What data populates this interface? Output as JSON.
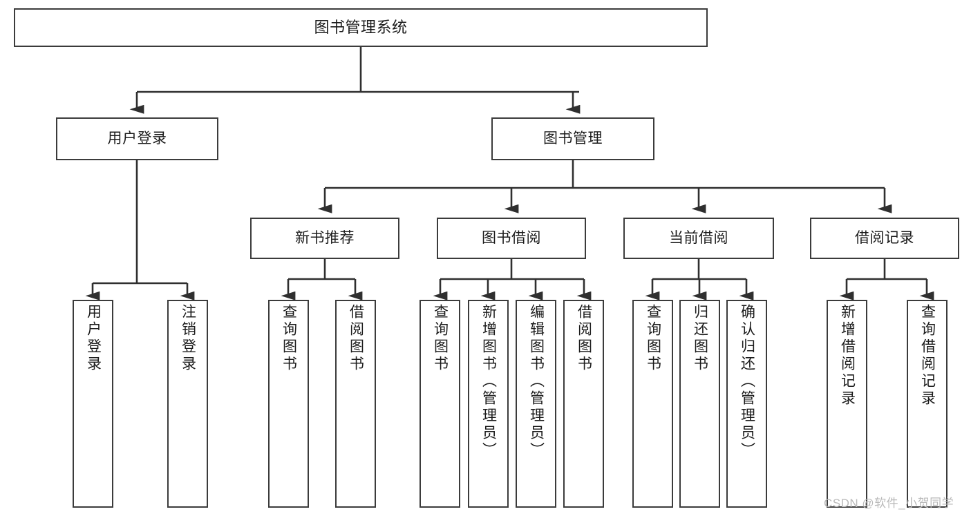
{
  "diagram": {
    "type": "tree-hierarchy",
    "title": "图书管理系统",
    "watermark": "CSDN @软件_小贺同学",
    "colors": {
      "box_border": "#3b3b3b",
      "box_fill": "#ffffff",
      "edge": "#2f2f2f",
      "text": "#1b1b1b",
      "watermark": "#b9b9b9"
    },
    "nodes": {
      "root": {
        "label": "图书管理系统"
      },
      "level2": [
        {
          "id": "user-login",
          "label": "用户登录"
        },
        {
          "id": "book-management",
          "label": "图书管理"
        }
      ],
      "level3": [
        {
          "id": "new-book-recommend",
          "label": "新书推荐"
        },
        {
          "id": "book-borrow",
          "label": "图书借阅"
        },
        {
          "id": "current-borrow",
          "label": "当前借阅"
        },
        {
          "id": "borrow-record",
          "label": "借阅记录"
        }
      ],
      "leaves": {
        "user-login": [
          {
            "id": "leaf-user-login",
            "label": "用户登录"
          },
          {
            "id": "leaf-logout-login",
            "label": "注销登录"
          }
        ],
        "new-book-recommend": [
          {
            "id": "leaf-query-book-1",
            "label": "查询图书"
          },
          {
            "id": "leaf-borrow-book-1",
            "label": "借阅图书"
          }
        ],
        "book-borrow": [
          {
            "id": "leaf-query-book-2",
            "label": "查询图书"
          },
          {
            "id": "leaf-add-book",
            "label": "新增图书（管理员）"
          },
          {
            "id": "leaf-edit-book",
            "label": "编辑图书（管理员）"
          },
          {
            "id": "leaf-borrow-book-2",
            "label": "借阅图书"
          }
        ],
        "current-borrow": [
          {
            "id": "leaf-query-book-3",
            "label": "查询图书"
          },
          {
            "id": "leaf-return-book",
            "label": "归还图书"
          },
          {
            "id": "leaf-confirm-return",
            "label": "确认归还（管理员）"
          }
        ],
        "borrow-record": [
          {
            "id": "leaf-add-record",
            "label": "新增借阅记录"
          },
          {
            "id": "leaf-query-record",
            "label": "查询借阅记录"
          }
        ]
      }
    }
  }
}
